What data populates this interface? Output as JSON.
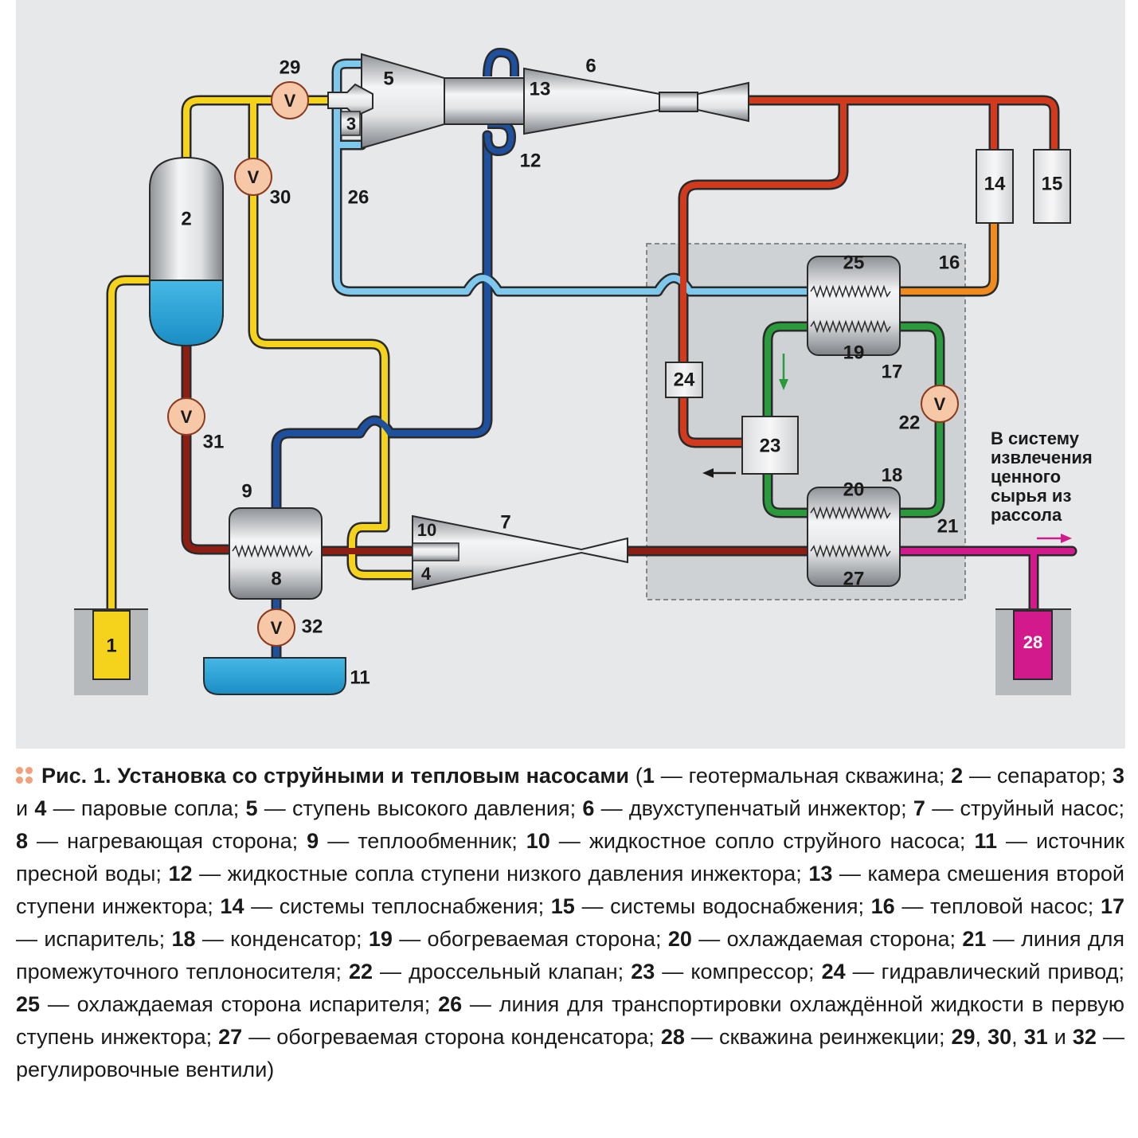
{
  "colors": {
    "background": "#e6e8ea",
    "steam_yellow": "#f5d21c",
    "hot_red": "#d23a1e",
    "dark_red": "#8c1e14",
    "light_blue": "#7ec8ee",
    "dark_blue": "#1e50a0",
    "green": "#2a9a3c",
    "orange": "#ef8a1e",
    "magenta": "#d21a8c",
    "water": "#2aa6dc",
    "valve": "#f6c8a8"
  },
  "labels": {
    "n1": "1",
    "n2": "2",
    "n3": "3",
    "n4": "4",
    "n5": "5",
    "n6": "6",
    "n7": "7",
    "n8": "8",
    "n9": "9",
    "n10": "10",
    "n11": "11",
    "n12": "12",
    "n13": "13",
    "n14": "14",
    "n15": "15",
    "n16": "16",
    "n17": "17",
    "n18": "18",
    "n19": "19",
    "n20": "20",
    "n21": "21",
    "n22": "22",
    "n23": "23",
    "n24": "24",
    "n25": "25",
    "n26": "26",
    "n27": "27",
    "n28": "28",
    "n29": "29",
    "n30": "30",
    "n31": "31",
    "n32": "32"
  },
  "valve_letter": "V",
  "side_note": [
    "В систему",
    "извлечения",
    "ценного",
    "сырья из",
    "рассола"
  ],
  "caption": {
    "prefix": "Рис. 1. Установка со струйными и тепловым насосами",
    "open": " (",
    "close": ")",
    "items": [
      {
        "n": "1",
        "t": " — геотермальная скважина; "
      },
      {
        "n": "2",
        "t": " — сепаратор; "
      },
      {
        "n": "3",
        "t": " и "
      },
      {
        "n": "4",
        "t": " — паровые сопла; "
      },
      {
        "n": "5",
        "t": " — ступень высокого давления; "
      },
      {
        "n": "6",
        "t": " — двухступенчатый инжектор; "
      },
      {
        "n": "7",
        "t": " — струйный насос; "
      },
      {
        "n": "8",
        "t": " — нагревающая сторона; "
      },
      {
        "n": "9",
        "t": " — теплообменник; "
      },
      {
        "n": "10",
        "t": " — жидкостное сопло струйного насоса; "
      },
      {
        "n": "11",
        "t": " — источник пресной воды; "
      },
      {
        "n": "12",
        "t": " — жидкостные сопла ступени низкого давления инжектора; "
      },
      {
        "n": "13",
        "t": " — камера смешения второй ступени инжектора; "
      },
      {
        "n": "14",
        "t": " — системы теплоснабжения; "
      },
      {
        "n": "15",
        "t": " — системы водоснабжения; "
      },
      {
        "n": "16",
        "t": " — тепловой насос; "
      },
      {
        "n": "17",
        "t": " — испаритель; "
      },
      {
        "n": "18",
        "t": " — конденсатор; "
      },
      {
        "n": "19",
        "t": " — обогреваемая сторона; "
      },
      {
        "n": "20",
        "t": " — охлаждаемая сторона; "
      },
      {
        "n": "21",
        "t": " — линия для промежуточного теплоносителя; "
      },
      {
        "n": "22",
        "t": " — дроссельный клапан; "
      },
      {
        "n": "23",
        "t": " — компрессор; "
      },
      {
        "n": "24",
        "t": " — гидравлический привод; "
      },
      {
        "n": "25",
        "t": " — охлаждаемая сторона испарителя; "
      },
      {
        "n": "26",
        "t": " — линия для транспортировки охлаждённой жидкости в первую ступень инжектора; "
      },
      {
        "n": "27",
        "t": " — обогреваемая сторона конденсатора; "
      },
      {
        "n": "28",
        "t": " — скважина реинжекции; "
      },
      {
        "n": "29",
        "t": ", "
      },
      {
        "n": "30",
        "t": ", "
      },
      {
        "n": "31",
        "t": " и "
      },
      {
        "n": "32",
        "t": " — регулировочные вентили"
      }
    ]
  }
}
